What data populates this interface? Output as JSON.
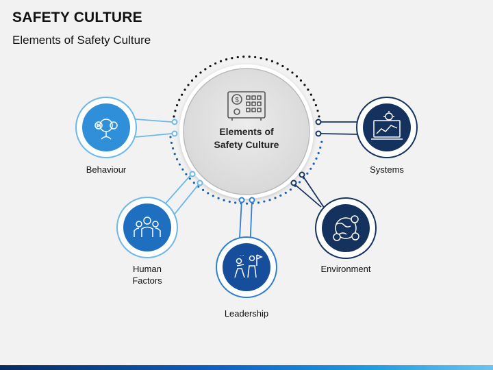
{
  "header": {
    "title": "SAFETY CULTURE",
    "subtitle": "Elements of Safety Culture"
  },
  "center": {
    "line1": "Elements of",
    "line2": "Safety Culture",
    "icon": "safe-icon"
  },
  "elements": [
    {
      "line1": "Behaviour",
      "line2": "",
      "icon": "behaviour-icon",
      "style": "light"
    },
    {
      "line1": "Human",
      "line2": "Factors",
      "icon": "team-icon",
      "style": "mid"
    },
    {
      "line1": "Leadership",
      "line2": "",
      "icon": "leadership-icon",
      "style": "dark"
    },
    {
      "line1": "Environment",
      "line2": "",
      "icon": "globe-network-icon",
      "style": "navy"
    },
    {
      "line1": "Systems",
      "line2": "",
      "icon": "analytics-monitor-icon",
      "style": "navy"
    }
  ],
  "colors": {
    "light": "#2f8fd8",
    "mid": "#1f6fc1",
    "dark": "#174e9c",
    "navy": "#15325f",
    "ring_light": "#6ab8ea",
    "dotted": "#1f5fa8",
    "dotted_dark": "#111111"
  }
}
